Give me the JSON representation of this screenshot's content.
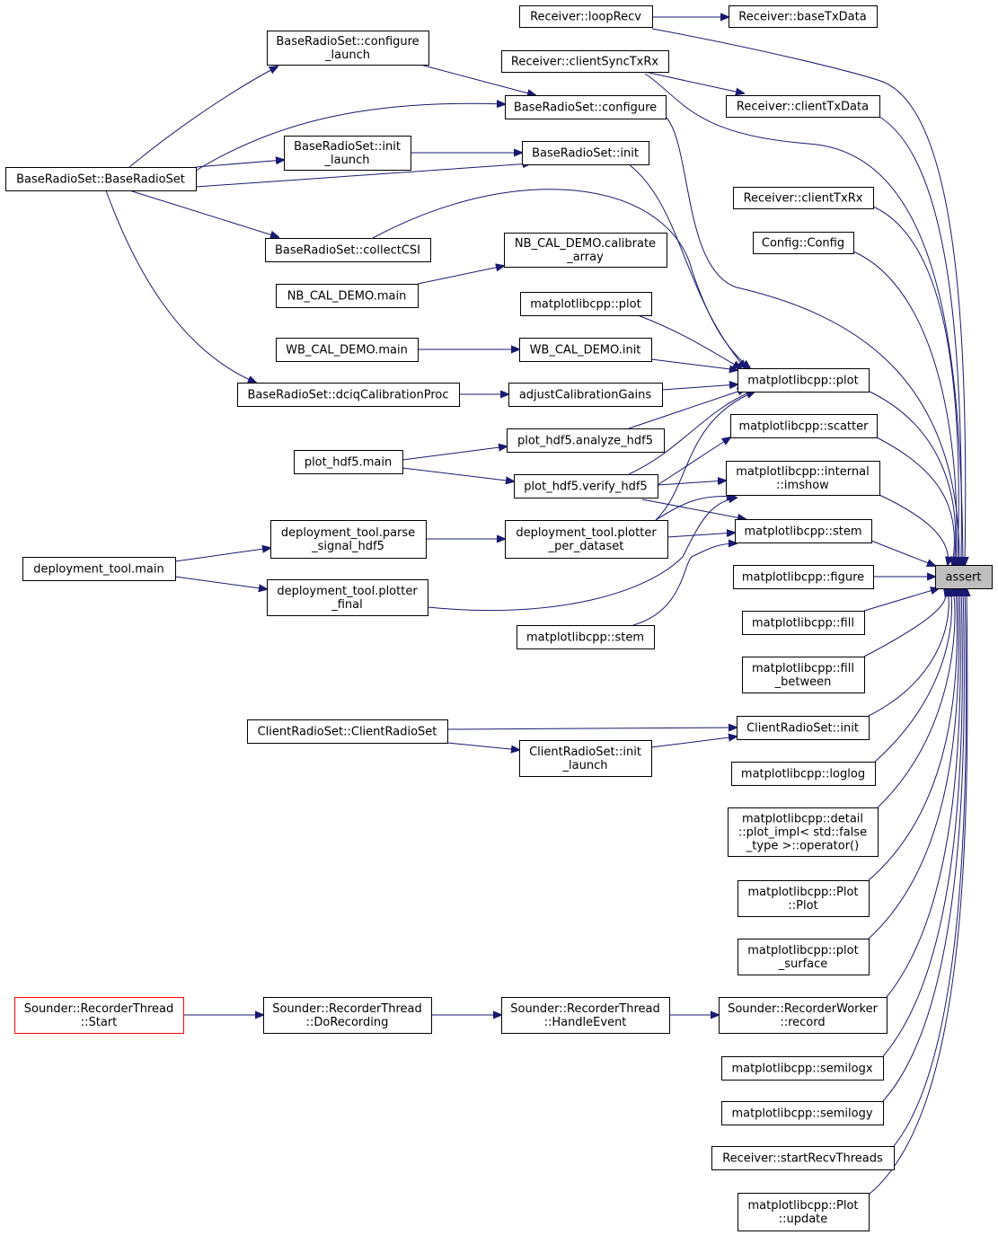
{
  "diagram": {
    "type": "call-graph",
    "edge_color": "#191970",
    "target_fill": "#bfbfbf",
    "root_border_color": "#ff0000",
    "nodes": [
      {
        "id": "assert",
        "label": [
          "assert"
        ]
      },
      {
        "id": "r_baseTx",
        "label": [
          "Receiver::baseTxData"
        ]
      },
      {
        "id": "r_loopRecv",
        "label": [
          "Receiver::loopRecv"
        ]
      },
      {
        "id": "brs_cfg_launch",
        "label": [
          "BaseRadioSet::configure",
          "_launch"
        ]
      },
      {
        "id": "r_clientSync",
        "label": [
          "Receiver::clientSyncTxRx"
        ]
      },
      {
        "id": "r_clientTxData",
        "label": [
          "Receiver::clientTxData"
        ]
      },
      {
        "id": "brs_configure",
        "label": [
          "BaseRadioSet::configure"
        ]
      },
      {
        "id": "brs_init_launch",
        "label": [
          "BaseRadioSet::init",
          "_launch"
        ]
      },
      {
        "id": "brs_init",
        "label": [
          "BaseRadioSet::init"
        ]
      },
      {
        "id": "brs_ctor",
        "label": [
          "BaseRadioSet::BaseRadioSet"
        ]
      },
      {
        "id": "r_clientTxRx",
        "label": [
          "Receiver::clientTxRx"
        ]
      },
      {
        "id": "brs_collect",
        "label": [
          "BaseRadioSet::collectCSI"
        ]
      },
      {
        "id": "cfg_ctor",
        "label": [
          "Config::Config"
        ]
      },
      {
        "id": "nb_calib",
        "label": [
          "NB_CAL_DEMO.calibrate",
          "_array"
        ]
      },
      {
        "id": "nb_main",
        "label": [
          "NB_CAL_DEMO.main"
        ]
      },
      {
        "id": "mpl_plot_a",
        "label": [
          "matplotlibcpp::plot"
        ]
      },
      {
        "id": "wb_main",
        "label": [
          "WB_CAL_DEMO.main"
        ]
      },
      {
        "id": "wb_init",
        "label": [
          "WB_CAL_DEMO.init"
        ]
      },
      {
        "id": "mpl_plot_b",
        "label": [
          "matplotlibcpp::plot"
        ]
      },
      {
        "id": "brs_dciq",
        "label": [
          "BaseRadioSet::dciqCalibrationProc"
        ]
      },
      {
        "id": "adjust",
        "label": [
          "adjustCalibrationGains"
        ]
      },
      {
        "id": "mpl_scatter",
        "label": [
          "matplotlibcpp::scatter"
        ]
      },
      {
        "id": "hdf5_analyze",
        "label": [
          "plot_hdf5.analyze_hdf5"
        ]
      },
      {
        "id": "hdf5_main",
        "label": [
          "plot_hdf5.main"
        ]
      },
      {
        "id": "mpl_imshow",
        "label": [
          "matplotlibcpp::internal",
          "::imshow"
        ]
      },
      {
        "id": "hdf5_verify",
        "label": [
          "plot_hdf5.verify_hdf5"
        ]
      },
      {
        "id": "dt_parse",
        "label": [
          "deployment_tool.parse",
          "_signal_hdf5"
        ]
      },
      {
        "id": "dt_plotter_ds",
        "label": [
          "deployment_tool.plotter",
          "_per_dataset"
        ]
      },
      {
        "id": "mpl_stem_a",
        "label": [
          "matplotlibcpp::stem"
        ]
      },
      {
        "id": "dt_main",
        "label": [
          "deployment_tool.main"
        ]
      },
      {
        "id": "mpl_figure",
        "label": [
          "matplotlibcpp::figure"
        ]
      },
      {
        "id": "dt_plotter_final",
        "label": [
          "deployment_tool.plotter",
          "_final"
        ]
      },
      {
        "id": "mpl_fill",
        "label": [
          "matplotlibcpp::fill"
        ]
      },
      {
        "id": "mpl_stem_b",
        "label": [
          "matplotlibcpp::stem"
        ]
      },
      {
        "id": "mpl_fill_between",
        "label": [
          "matplotlibcpp::fill",
          "_between"
        ]
      },
      {
        "id": "crs_ctor",
        "label": [
          "ClientRadioSet::ClientRadioSet"
        ]
      },
      {
        "id": "crs_init",
        "label": [
          "ClientRadioSet::init"
        ]
      },
      {
        "id": "crs_init_launch",
        "label": [
          "ClientRadioSet::init",
          "_launch"
        ]
      },
      {
        "id": "mpl_loglog",
        "label": [
          "matplotlibcpp::loglog"
        ]
      },
      {
        "id": "mpl_plot_impl",
        "label": [
          "matplotlibcpp::detail",
          "::plot_impl< std::false",
          "_type >::operator()"
        ]
      },
      {
        "id": "mpl_Plot",
        "label": [
          "matplotlibcpp::Plot",
          "::Plot"
        ]
      },
      {
        "id": "mpl_plot_surface",
        "label": [
          "matplotlibcpp::plot",
          "_surface"
        ]
      },
      {
        "id": "s_start",
        "label": [
          "Sounder::RecorderThread",
          "::Start"
        ]
      },
      {
        "id": "s_dorec",
        "label": [
          "Sounder::RecorderThread",
          "::DoRecording"
        ]
      },
      {
        "id": "s_handle",
        "label": [
          "Sounder::RecorderThread",
          "::HandleEvent"
        ]
      },
      {
        "id": "s_worker",
        "label": [
          "Sounder::RecorderWorker",
          "::record"
        ]
      },
      {
        "id": "mpl_semilogx",
        "label": [
          "matplotlibcpp::semilogx"
        ]
      },
      {
        "id": "mpl_semilogy",
        "label": [
          "matplotlibcpp::semilogy"
        ]
      },
      {
        "id": "r_startRecv",
        "label": [
          "Receiver::startRecvThreads"
        ]
      },
      {
        "id": "mpl_update",
        "label": [
          "matplotlibcpp::Plot",
          "::update"
        ]
      }
    ]
  }
}
